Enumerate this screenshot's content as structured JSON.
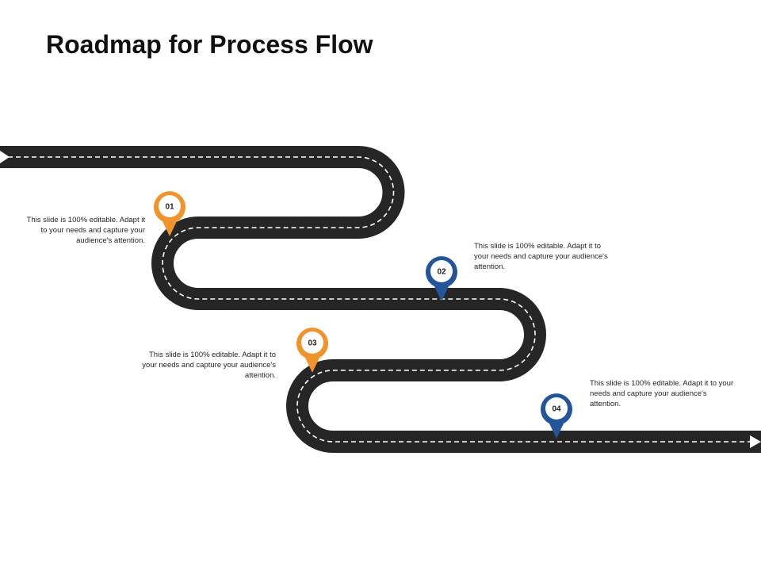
{
  "title": "Roadmap for Process Flow",
  "colors": {
    "road": "#262626",
    "lane_marking": "#ffffff",
    "orange": "#f0932b",
    "blue": "#23559b"
  },
  "milestones": [
    {
      "number": "01",
      "color": "orange",
      "text": "This slide is 100% editable. Adapt it to your needs and capture your audience's attention."
    },
    {
      "number": "02",
      "color": "blue",
      "text": "This slide is 100% editable. Adapt it to your needs and capture your audience's attention."
    },
    {
      "number": "03",
      "color": "orange",
      "text": "This slide is 100% editable. Adapt it to your needs and capture your audience's attention."
    },
    {
      "number": "04",
      "color": "blue",
      "text": "This slide is 100% editable. Adapt it to your needs and capture your audience's attention."
    }
  ]
}
